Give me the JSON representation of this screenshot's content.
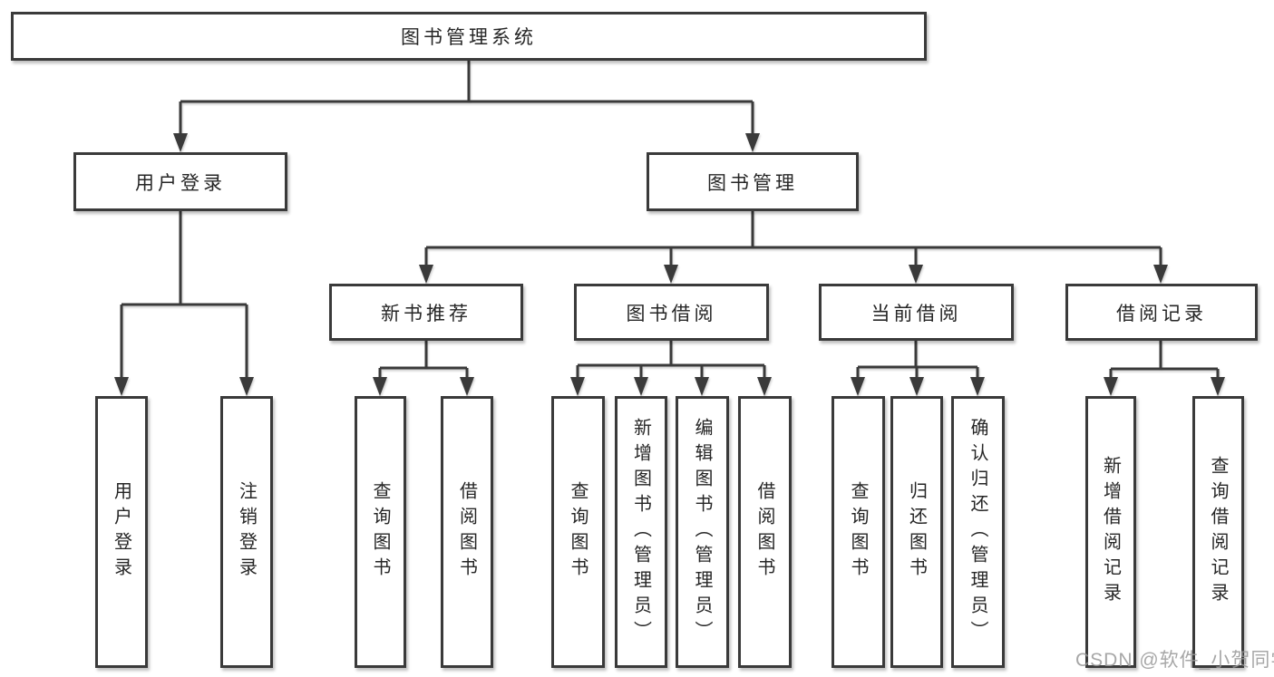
{
  "diagram_type": "hierarchy-tree",
  "colors": {
    "line": "#3a3a3a",
    "box_border": "#3a3a3a",
    "text": "#262626",
    "background": "#ffffff",
    "watermark": "#989898"
  },
  "hierarchy": {
    "label": "图书管理系统",
    "children": [
      {
        "label": "用户登录",
        "children": [
          {
            "label": "用户登录"
          },
          {
            "label": "注销登录"
          }
        ]
      },
      {
        "label": "图书管理",
        "children": [
          {
            "label": "新书推荐",
            "children": [
              {
                "label": "查询图书"
              },
              {
                "label": "借阅图书"
              }
            ]
          },
          {
            "label": "图书借阅",
            "children": [
              {
                "label": "查询图书"
              },
              {
                "label": "新增图书（管理员）"
              },
              {
                "label": "编辑图书（管理员）"
              },
              {
                "label": "借阅图书"
              }
            ]
          },
          {
            "label": "当前借阅",
            "children": [
              {
                "label": "查询图书"
              },
              {
                "label": "归还图书"
              },
              {
                "label": "确认归还（管理员）"
              }
            ]
          },
          {
            "label": "借阅记录",
            "children": [
              {
                "label": "新增借阅记录"
              },
              {
                "label": "查询借阅记录"
              }
            ]
          }
        ]
      }
    ]
  },
  "watermark": "CSDN @软件_小贺同学"
}
